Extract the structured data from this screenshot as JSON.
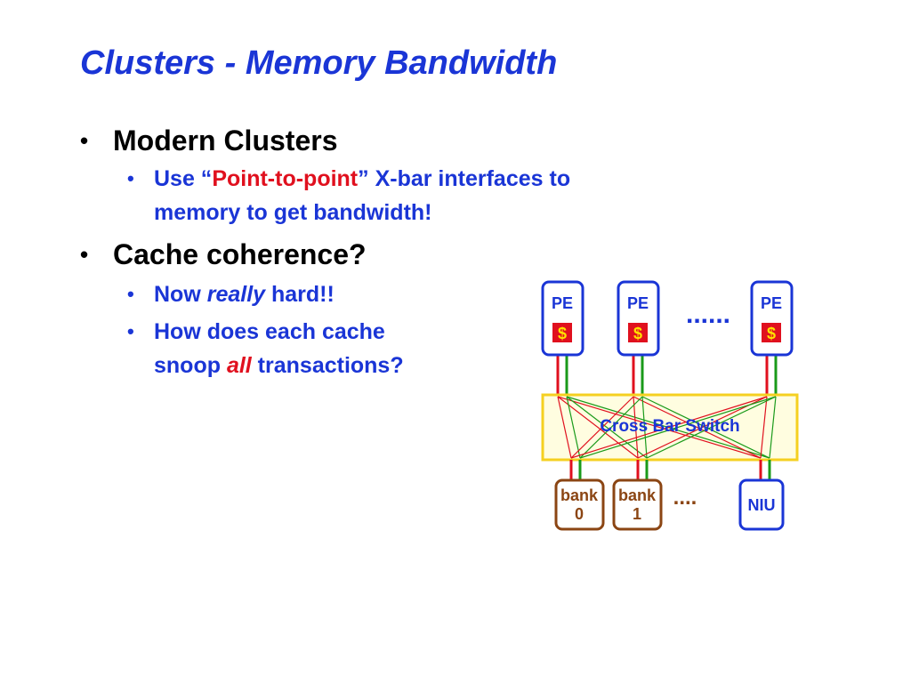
{
  "title": "Clusters - Memory Bandwidth",
  "bullets": [
    {
      "text": "Modern Clusters",
      "sub": {
        "prefix": "Use “",
        "highlight": "Point-to-point",
        "suffix_line1": "” X-bar interfaces to",
        "line2": "memory to get bandwidth!"
      }
    },
    {
      "text": "Cache coherence?",
      "sub1": {
        "prefix": "Now ",
        "emph": "really",
        "suffix": " hard!!"
      },
      "sub2": {
        "line1": "How does each cache",
        "line2_prefix": "snoop ",
        "line2_emph": "all",
        "line2_suffix": " transactions?"
      }
    }
  ],
  "bullet_glyph": "•",
  "diagram": {
    "pe_label": "PE",
    "cache_label": "$",
    "pe_ellipsis": "......",
    "switch_label": "Cross Bar Switch",
    "banks": [
      {
        "line1": "bank",
        "line2": "0"
      },
      {
        "line1": "bank",
        "line2": "1"
      }
    ],
    "bank_ellipsis": "....",
    "niu_label": "NIU"
  },
  "colors": {
    "title": "#1a35d6",
    "highlight": "#e0101e",
    "pe": "#1a35d6",
    "bank": "#8b4513",
    "switch_border": "#f5d020",
    "switch_fill": "#fffde0",
    "wire_red": "#e0101e",
    "wire_green": "#1a9a1a",
    "cache_fill": "#e0101e",
    "cache_text": "#ffe000"
  }
}
